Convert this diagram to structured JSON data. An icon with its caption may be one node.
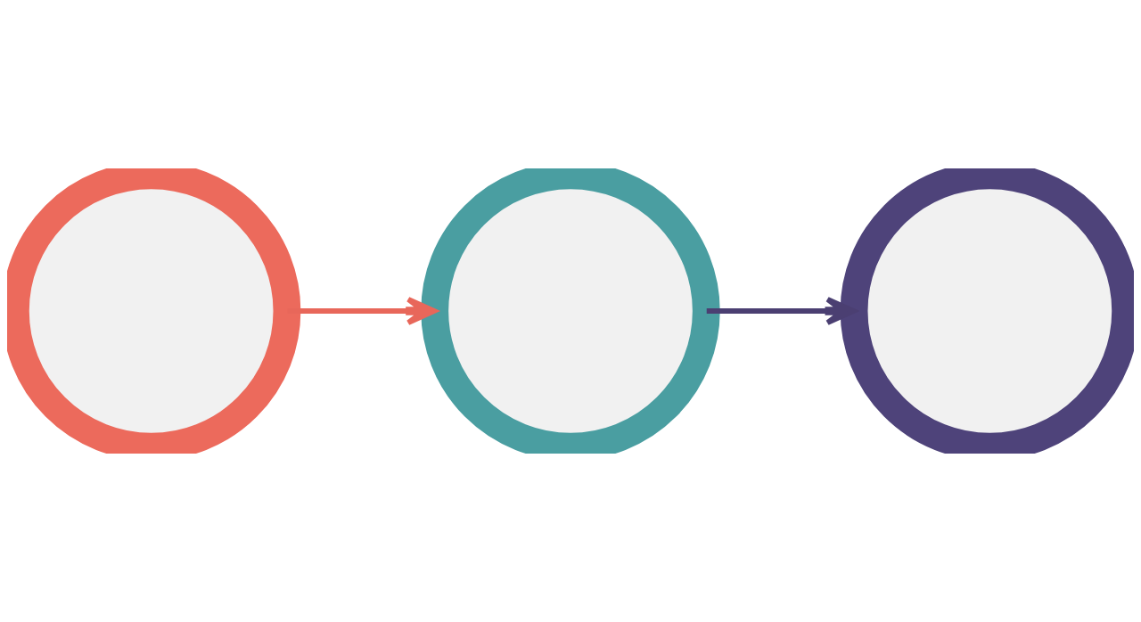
{
  "diagram": {
    "nodes": [
      {
        "text": [],
        "shape": "circle"
      },
      {
        "text": [],
        "shape": "circle"
      },
      {
        "text": [],
        "shape": "circle"
      }
    ],
    "edges": [
      {
        "from": 0,
        "to": 1,
        "arrow": "to",
        "color": "#e8675a"
      },
      {
        "from": 1,
        "to": 2,
        "arrow": "to",
        "color": "#4b3f72"
      }
    ]
  }
}
